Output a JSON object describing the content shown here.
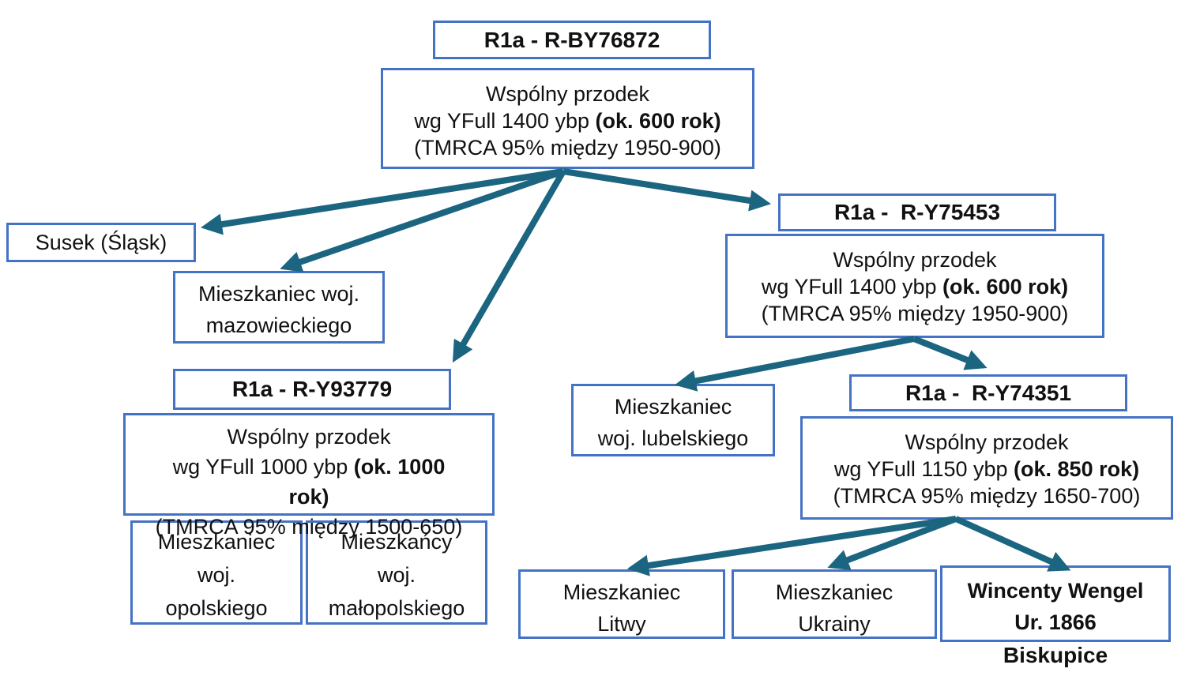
{
  "diagram": {
    "colors": {
      "box_border": "#4472C4",
      "arrow": "#1B6580",
      "text": "#111111",
      "background": "#ffffff"
    },
    "nodes": {
      "by76872_title": {
        "label": "R1a - R-BY76872"
      },
      "by76872_detail": {
        "line1": "Wspólny przodek",
        "line2_regular": "wg YFull 1400 ybp ",
        "line2_bold": "(ok. 600 rok)",
        "line3": "(TMRCA 95% między 1950-900)"
      },
      "susek": {
        "label": "Susek (Śląsk)"
      },
      "mazowieckie": {
        "line1": "Mieszkaniec woj.",
        "line2": "mazowieckiego"
      },
      "y93779_title": {
        "label": "R1a - R-Y93779"
      },
      "y93779_detail": {
        "line1": "Wspólny przodek",
        "line2_regular": "wg YFull 1000 ybp ",
        "line2_bold": "(ok. 1000",
        "line3_bold": "rok)",
        "line4": "(TMRCA 95% między 1500-650)"
      },
      "opolskie": {
        "line1": "Mieszkaniec",
        "line2": "woj.",
        "line3": "opolskiego"
      },
      "malopolskie": {
        "line1": "Mieszkańcy",
        "line2": "woj.",
        "line3": "małopolskiego"
      },
      "lubelskie": {
        "line1": "Mieszkaniec",
        "line2": "woj. lubelskiego"
      },
      "y75453_title": {
        "label": "R1a -  R-Y75453"
      },
      "y75453_detail": {
        "line1": "Wspólny przodek",
        "line2_regular": "wg YFull 1400 ybp ",
        "line2_bold": "(ok. 600 rok)",
        "line3": "(TMRCA 95% między 1950-900)"
      },
      "y74351_title": {
        "label": "R1a -  R-Y74351"
      },
      "y74351_detail": {
        "line1": "Wspólny przodek",
        "line2_regular": "wg YFull 1150 ybp ",
        "line2_bold": "(ok. 850 rok)",
        "line3": "(TMRCA 95% między 1650-700)"
      },
      "litwy": {
        "line1": "Mieszkaniec",
        "line2": "Litwy"
      },
      "ukrainy": {
        "line1": "Mieszkaniec",
        "line2": "Ukrainy"
      },
      "wincenty": {
        "line1": "Wincenty Wengel",
        "line2": "Ur. 1866",
        "line3": "Biskupice"
      }
    },
    "edges": [
      {
        "from": "by76872_detail",
        "to": "susek"
      },
      {
        "from": "by76872_detail",
        "to": "mazowieckie"
      },
      {
        "from": "by76872_detail",
        "to": "y93779_title"
      },
      {
        "from": "by76872_detail",
        "to": "y75453_title"
      },
      {
        "from": "y75453_detail",
        "to": "lubelskie"
      },
      {
        "from": "y75453_detail",
        "to": "y74351_title"
      },
      {
        "from": "y74351_detail",
        "to": "litwy"
      },
      {
        "from": "y74351_detail",
        "to": "ukrainy"
      },
      {
        "from": "y74351_detail",
        "to": "wincenty"
      }
    ]
  }
}
